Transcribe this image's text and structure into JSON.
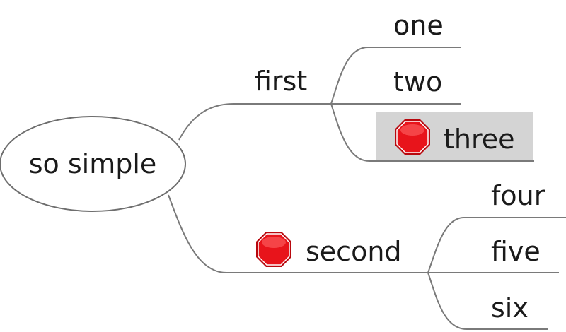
{
  "root": {
    "label": "so simple"
  },
  "branches": [
    {
      "label": "first",
      "children": [
        {
          "label": "one"
        },
        {
          "label": "two"
        },
        {
          "label": "three",
          "icon": "stop-sign-icon",
          "selected": true
        }
      ]
    },
    {
      "label": "second",
      "icon": "stop-sign-icon",
      "children": [
        {
          "label": "four"
        },
        {
          "label": "five"
        },
        {
          "label": "six"
        }
      ]
    }
  ],
  "colors": {
    "edge": "#7a7a7a",
    "selected_background": "#d4d4d4",
    "stop_red": "#e8141b"
  }
}
